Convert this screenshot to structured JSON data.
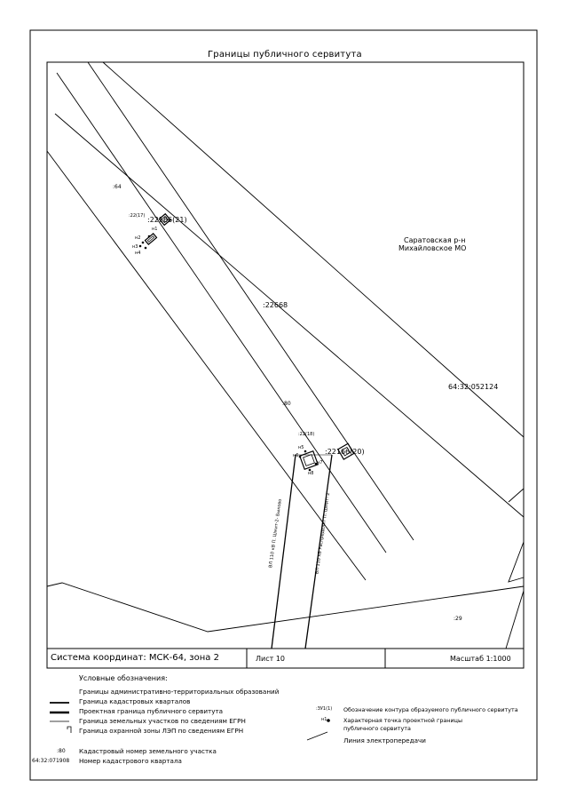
{
  "map": {
    "title": "Границы публичного сервитута",
    "region_label_line1": "Саратовская р-н",
    "region_label_line2": "Михайловское МО",
    "parcels": {
      "p22668": ":22668",
      "p64": ":64",
      "p80": ":80",
      "p29": ":29",
      "quarter": "64:32:052124",
      "contour21": ":22166(21)",
      "contour20": ":22166(20)",
      "small1": ":22(17)",
      "small2": ":22(18)"
    },
    "points": {
      "n1": "н1",
      "n2": "н2",
      "n3": "н3",
      "n4": "н4",
      "n5": "н5",
      "n6": "н6",
      "n7": "н7",
      "n8": "н8"
    },
    "power_lines": {
      "vl1": "ВЛ 110 кВ П. Шмит-2- Быково",
      "vl2": "ВЛ 110 кВ Распределит П. Шмит- 2"
    }
  },
  "footer": {
    "coord_system": "Система координат: МСК-64, зона 2",
    "sheet": "Лист 10",
    "scale": "Масштаб 1:1000"
  },
  "legend": {
    "heading": "Условные обозначения:",
    "items": [
      "Границы административно-территориальных образований",
      "Граница кадастровых кварталов",
      "Проектная граница публичного сервитута",
      "Граница земельных участков по сведениям ЕГРН",
      "Граница охранной зоны ЛЭП по сведениям ЕГРН",
      "Кадастровый номер земельного участка",
      "Номер кадастрового квартала"
    ],
    "sample_parcel": ":80",
    "sample_quarter": "64:32:071908",
    "right_items": [
      "Обозначение контура образуемого публичного сервитута",
      "Характерная точка проектной границы публичного сервитута",
      "Линия электропередачи"
    ],
    "contour_symbol": ":ЗУ1(1)",
    "point_symbol": "н1"
  }
}
